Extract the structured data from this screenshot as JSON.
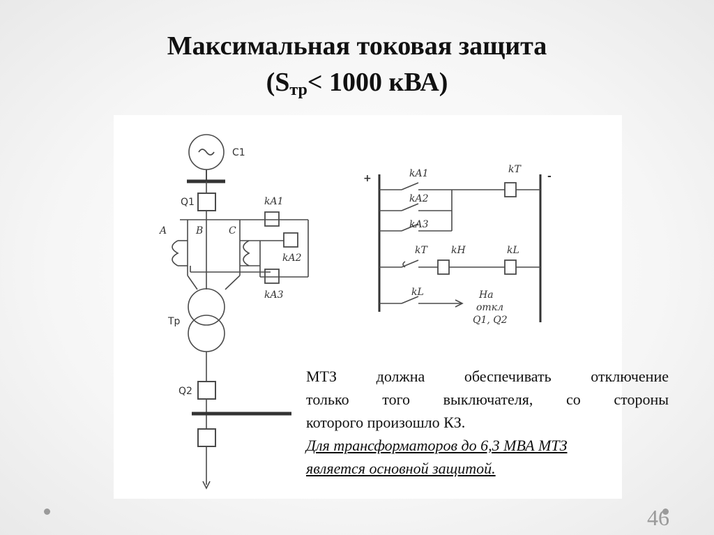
{
  "slide": {
    "title_line1": "Максимальная токовая защита",
    "title_line2_prefix": "(S",
    "title_line2_sub": "тр",
    "title_line2_suffix": "< 1000 кВА)",
    "page_number": "46"
  },
  "diagram": {
    "generator": "C1",
    "breaker_top": "Q1",
    "breaker_bottom": "Q2",
    "transformer": "Tp",
    "phase_a": "A",
    "phase_b": "B",
    "phase_c": "C",
    "relay_ka1": "kA1",
    "relay_ka2": "kA2",
    "relay_ka3": "kA3",
    "plus": "+",
    "minus": "-",
    "relay_kt": "kT",
    "relay_kh": "kH",
    "relay_kl": "kL",
    "trip_line1": "На",
    "trip_line2": "откл",
    "trip_line3": "Q1, Q2"
  },
  "note": {
    "line1": "МТЗ должна   обеспечивать   отключение",
    "line2": "только того   выключателя,  со стороны",
    "line3": "которого   произошло КЗ.",
    "line4": "Для трансформаторов до 6,3 МВА МТЗ",
    "line5": "является основной защитой."
  }
}
